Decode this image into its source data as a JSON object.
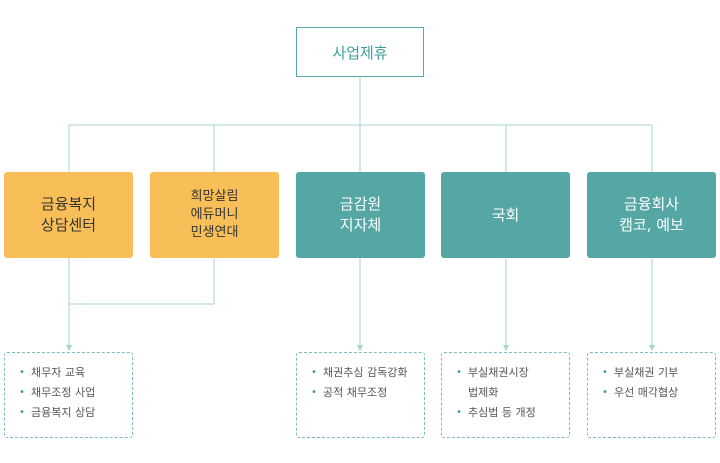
{
  "root": {
    "label": "사업제휴"
  },
  "nodes": [
    {
      "id": "credit",
      "lines": [
        "금융복지",
        "상담센터"
      ]
    },
    {
      "id": "hope",
      "lines": [
        "희망살림",
        "에듀머니",
        "민생연대"
      ]
    },
    {
      "id": "local",
      "lines": [
        "금감원",
        "지자체"
      ]
    },
    {
      "id": "assembly",
      "lines": [
        "국회"
      ]
    },
    {
      "id": "finance",
      "lines": [
        "금융회사",
        "캠코, 예보"
      ]
    }
  ],
  "details": [
    {
      "id": "credit-detail",
      "items": [
        "채무자 교육",
        "채무조정 사업",
        "금융복지 상담"
      ]
    },
    {
      "id": "local-detail",
      "items": [
        "채권추심 감독강화",
        "공적 채무조정"
      ]
    },
    {
      "id": "assembly-detail",
      "items": [
        [
          "부실채권시장",
          "법제화"
        ],
        "추심법 등 개정"
      ]
    },
    {
      "id": "finance-detail",
      "items": [
        "부실채권 기부",
        "우선 매각협상"
      ]
    }
  ],
  "colors": {
    "orange": "#f8be58",
    "teal": "#55a7a6",
    "line": "#a8d3d3",
    "text_teal": "#3e9e9b"
  }
}
